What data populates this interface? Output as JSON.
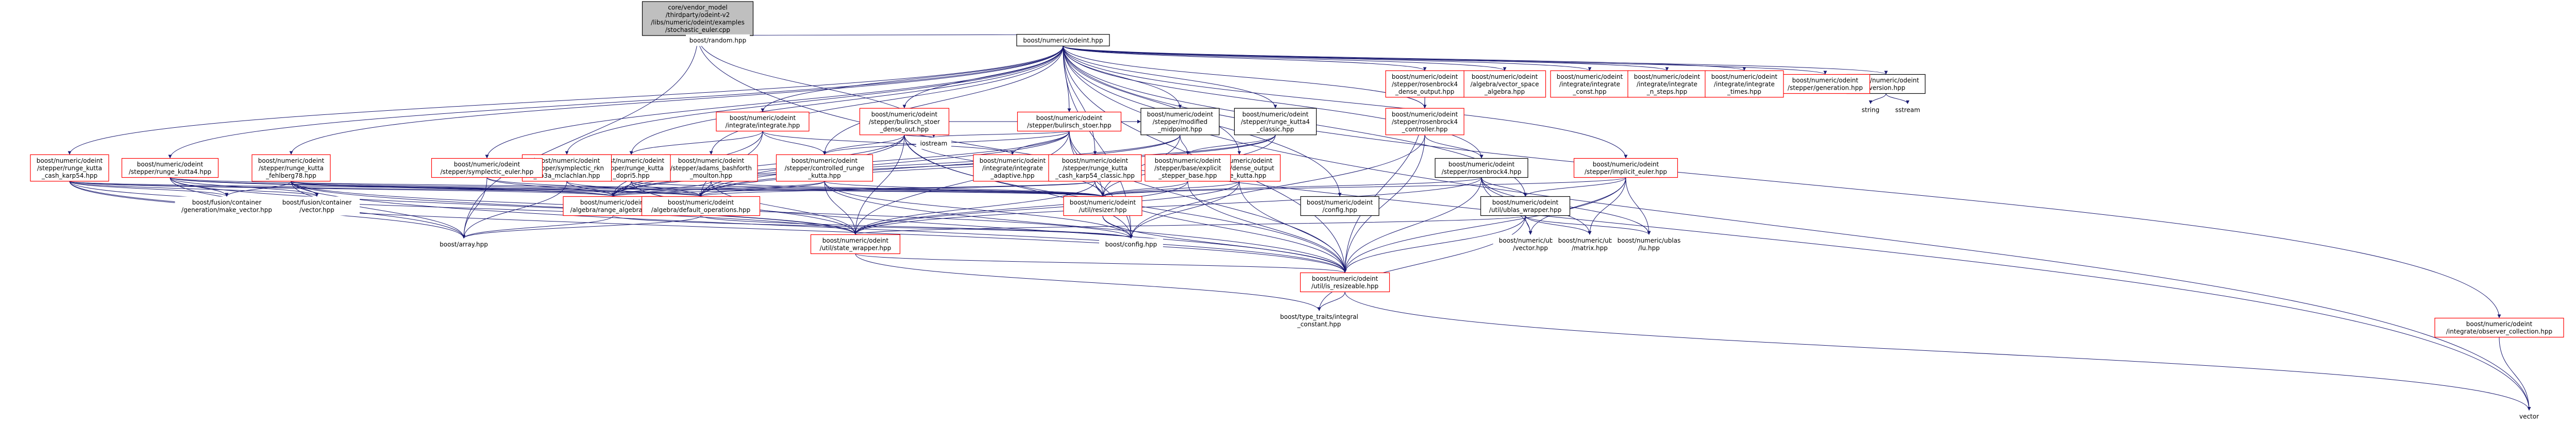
{
  "colors": {
    "edge": "#191970",
    "root_fill": "#bfbfbf",
    "node_fill": "#ffffff",
    "black_border": "#000000",
    "red_border": "#ff0000"
  },
  "nodes": {
    "root": {
      "lines": [
        "core/vendor_model",
        "/thirdparty/odeint-v2",
        "/libs/numeric/odeint/examples",
        "/stochastic_euler.cpp"
      ],
      "border": "black",
      "fill": "gray"
    },
    "odeint": {
      "lines": [
        "boost/numeric/odeint.hpp"
      ],
      "border": "black"
    },
    "random": {
      "lines": [
        "boost/random.hpp"
      ],
      "border": "none"
    },
    "iostream": {
      "lines": [
        "iostream"
      ],
      "border": "none"
    },
    "vector": {
      "lines": [
        "vector"
      ],
      "border": "none"
    },
    "string": {
      "lines": [
        "string"
      ],
      "border": "none"
    },
    "sstream": {
      "lines": [
        "sstream"
      ],
      "border": "none"
    },
    "version": {
      "lines": [
        "boost/numeric/odeint",
        "/version.hpp"
      ],
      "border": "black"
    },
    "generation": {
      "lines": [
        "boost/numeric/odeint",
        "/stepper/generation.hpp"
      ],
      "border": "red"
    },
    "int_const": {
      "lines": [
        "boost/numeric/odeint",
        "/integrate/integrate",
        "_const.hpp"
      ],
      "border": "red"
    },
    "int_nsteps": {
      "lines": [
        "boost/numeric/odeint",
        "/integrate/integrate",
        "_n_steps.hpp"
      ],
      "border": "red"
    },
    "int_times": {
      "lines": [
        "boost/numeric/odeint",
        "/integrate/integrate",
        "_times.hpp"
      ],
      "border": "red"
    },
    "vs_algebra": {
      "lines": [
        "boost/numeric/odeint",
        "/algebra/vector_space",
        "_algebra.hpp"
      ],
      "border": "red"
    },
    "ros4_dense": {
      "lines": [
        "boost/numeric/odeint",
        "/stepper/rosenbrock4",
        "_dense_output.hpp"
      ],
      "border": "red"
    },
    "ros4_ctrl": {
      "lines": [
        "boost/numeric/odeint",
        "/stepper/rosenbrock4",
        "_controller.hpp"
      ],
      "border": "red"
    },
    "ros4": {
      "lines": [
        "boost/numeric/odeint",
        "/stepper/rosenbrock4.hpp"
      ],
      "border": "black"
    },
    "implicit_euler": {
      "lines": [
        "boost/numeric/odeint",
        "/stepper/implicit_euler.hpp"
      ],
      "border": "red"
    },
    "ublas_wrapper": {
      "lines": [
        "boost/numeric/odeint",
        "/util/ublas_wrapper.hpp"
      ],
      "border": "black"
    },
    "ublas_vector": {
      "lines": [
        "boost/numeric/ublas",
        "/vector.hpp"
      ],
      "border": "none"
    },
    "ublas_matrix": {
      "lines": [
        "boost/numeric/ublas",
        "/matrix.hpp"
      ],
      "border": "none"
    },
    "ublas_lu": {
      "lines": [
        "boost/numeric/ublas",
        "/lu.hpp"
      ],
      "border": "none"
    },
    "is_resizeable": {
      "lines": [
        "boost/numeric/odeint",
        "/util/is_resizeable.hpp"
      ],
      "border": "red"
    },
    "type_traits": {
      "lines": [
        "boost/type_traits/integral",
        "_constant.hpp"
      ],
      "border": "none"
    },
    "observer_coll": {
      "lines": [
        "boost/numeric/odeint",
        "/integrate/observer_collection.hpp"
      ],
      "border": "red"
    },
    "bs": {
      "lines": [
        "boost/numeric/odeint",
        "/stepper/bulirsch_stoer.hpp"
      ],
      "border": "red"
    },
    "bs_dense": {
      "lines": [
        "boost/numeric/odeint",
        "/stepper/bulirsch_stoer",
        "_dense_out.hpp"
      ],
      "border": "red"
    },
    "modified_midpoint": {
      "lines": [
        "boost/numeric/odeint",
        "/stepper/modified",
        "_midpoint.hpp"
      ],
      "border": "black"
    },
    "rk4_classic": {
      "lines": [
        "boost/numeric/odeint",
        "/stepper/runge_kutta4",
        "_classic.hpp"
      ],
      "border": "black"
    },
    "dense_rk": {
      "lines": [
        "boost/numeric/odeint",
        "/stepper/dense_output",
        "_runge_kutta.hpp"
      ],
      "border": "red"
    },
    "explicit_base": {
      "lines": [
        "boost/numeric/odeint",
        "/stepper/base/explicit",
        "_stepper_base.hpp"
      ],
      "border": "red"
    },
    "config": {
      "lines": [
        "boost/numeric/odeint",
        "/config.hpp"
      ],
      "border": "black"
    },
    "integrate": {
      "lines": [
        "boost/numeric/odeint",
        "/integrate/integrate.hpp"
      ],
      "border": "red"
    },
    "int_adaptive": {
      "lines": [
        "boost/numeric/odeint",
        "/integrate/integrate",
        "_adaptive.hpp"
      ],
      "border": "red"
    },
    "controlled_rk": {
      "lines": [
        "boost/numeric/odeint",
        "/stepper/controlled_runge",
        "_kutta.hpp"
      ],
      "border": "red"
    },
    "rk_cash_karp54_classic": {
      "lines": [
        "boost/numeric/odeint",
        "/stepper/runge_kutta",
        "_cash_karp54_classic.hpp"
      ],
      "border": "red"
    },
    "adams_bashforth": {
      "lines": [
        "boost/numeric/odeint",
        "/stepper/adams_bashforth",
        "_moulton.hpp"
      ],
      "border": "red"
    },
    "rk_dopri5": {
      "lines": [
        "boost/numeric/odeint",
        "/stepper/runge_kutta",
        "_dopri5.hpp"
      ],
      "border": "red"
    },
    "symplectic_rkn": {
      "lines": [
        "boost/numeric/odeint",
        "/stepper/symplectic_rkn",
        "_sb3a_mclachlan.hpp"
      ],
      "border": "red"
    },
    "symplectic_euler": {
      "lines": [
        "boost/numeric/odeint",
        "/stepper/symplectic_euler.hpp"
      ],
      "border": "red"
    },
    "rk_fehlberg78": {
      "lines": [
        "boost/numeric/odeint",
        "/stepper/runge_kutta",
        "_fehlberg78.hpp"
      ],
      "border": "red"
    },
    "rk4": {
      "lines": [
        "boost/numeric/odeint",
        "/stepper/runge_kutta4.hpp"
      ],
      "border": "red"
    },
    "rk_cash_karp54": {
      "lines": [
        "boost/numeric/odeint",
        "/stepper/runge_kutta",
        "_cash_karp54.hpp"
      ],
      "border": "red"
    },
    "fusion_make_vector": {
      "lines": [
        "boost/fusion/container",
        "/generation/make_vector.hpp"
      ],
      "border": "none"
    },
    "fusion_vector": {
      "lines": [
        "boost/fusion/container",
        "/vector.hpp"
      ],
      "border": "none"
    },
    "range_algebra": {
      "lines": [
        "boost/numeric/odeint",
        "/algebra/range_algebra.hpp"
      ],
      "border": "red"
    },
    "default_ops": {
      "lines": [
        "boost/numeric/odeint",
        "/algebra/default_operations.hpp"
      ],
      "border": "red"
    },
    "resizer": {
      "lines": [
        "boost/numeric/odeint",
        "/util/resizer.hpp"
      ],
      "border": "red"
    },
    "state_wrapper": {
      "lines": [
        "boost/numeric/odeint",
        "/util/state_wrapper.hpp"
      ],
      "border": "red"
    },
    "array": {
      "lines": [
        "boost/array.hpp"
      ],
      "border": "none"
    },
    "boost_config": {
      "lines": [
        "boost/config.hpp"
      ],
      "border": "none"
    }
  },
  "edges": [
    [
      "root",
      "odeint"
    ],
    [
      "root",
      "random"
    ],
    [
      "root",
      "iostream"
    ],
    [
      "root",
      "array"
    ],
    [
      "root",
      "vector"
    ],
    [
      "odeint",
      "version"
    ],
    [
      "version",
      "string"
    ],
    [
      "version",
      "sstream"
    ],
    [
      "odeint",
      "generation"
    ],
    [
      "odeint",
      "int_const"
    ],
    [
      "odeint",
      "int_nsteps"
    ],
    [
      "odeint",
      "int_times"
    ],
    [
      "odeint",
      "vs_algebra"
    ],
    [
      "odeint",
      "ros4_dense"
    ],
    [
      "odeint",
      "ros4_ctrl"
    ],
    [
      "odeint",
      "ros4"
    ],
    [
      "odeint",
      "implicit_euler"
    ],
    [
      "odeint",
      "observer_coll"
    ],
    [
      "odeint",
      "bs"
    ],
    [
      "odeint",
      "bs_dense"
    ],
    [
      "odeint",
      "modified_midpoint"
    ],
    [
      "odeint",
      "rk4_classic"
    ],
    [
      "odeint",
      "dense_rk"
    ],
    [
      "odeint",
      "config"
    ],
    [
      "odeint",
      "integrate"
    ],
    [
      "odeint",
      "controlled_rk"
    ],
    [
      "odeint",
      "rk_cash_karp54_classic"
    ],
    [
      "odeint",
      "adams_bashforth"
    ],
    [
      "odeint",
      "rk_dopri5"
    ],
    [
      "odeint",
      "symplectic_rkn"
    ],
    [
      "odeint",
      "symplectic_euler"
    ],
    [
      "odeint",
      "rk_fehlberg78"
    ],
    [
      "odeint",
      "rk4"
    ],
    [
      "odeint",
      "rk_cash_karp54"
    ],
    [
      "odeint",
      "ublas_wrapper"
    ],
    [
      "odeint",
      "is_resizeable"
    ],
    [
      "odeint",
      "boost_config"
    ],
    [
      "odeint",
      "vector"
    ],
    [
      "ros4_dense",
      "ros4_ctrl"
    ],
    [
      "ros4_dense",
      "is_resizeable"
    ],
    [
      "ros4_ctrl",
      "ros4"
    ],
    [
      "ros4_ctrl",
      "is_resizeable"
    ],
    [
      "ros4_ctrl",
      "boost_config"
    ],
    [
      "ros4",
      "ublas_wrapper"
    ],
    [
      "ros4",
      "ublas_vector"
    ],
    [
      "ros4",
      "ublas_matrix"
    ],
    [
      "ros4",
      "ublas_lu"
    ],
    [
      "ros4",
      "is_resizeable"
    ],
    [
      "ros4",
      "resizer"
    ],
    [
      "ros4",
      "state_wrapper"
    ],
    [
      "implicit_euler",
      "ublas_wrapper"
    ],
    [
      "implicit_euler",
      "ublas_vector"
    ],
    [
      "implicit_euler",
      "ublas_matrix"
    ],
    [
      "implicit_euler",
      "ublas_lu"
    ],
    [
      "implicit_euler",
      "resizer"
    ],
    [
      "implicit_euler",
      "is_resizeable"
    ],
    [
      "ublas_wrapper",
      "ublas_vector"
    ],
    [
      "ublas_wrapper",
      "ublas_matrix"
    ],
    [
      "ublas_wrapper",
      "ublas_lu"
    ],
    [
      "ublas_wrapper",
      "is_resizeable"
    ],
    [
      "ublas_wrapper",
      "state_wrapper"
    ],
    [
      "ublas_wrapper",
      "type_traits"
    ],
    [
      "observer_coll",
      "vector"
    ],
    [
      "is_resizeable",
      "vector"
    ],
    [
      "is_resizeable",
      "type_traits"
    ],
    [
      "bs",
      "iostream"
    ],
    [
      "bs",
      "int_adaptive"
    ],
    [
      "bs",
      "modified_midpoint"
    ],
    [
      "bs",
      "controlled_rk"
    ],
    [
      "bs",
      "range_algebra"
    ],
    [
      "bs",
      "default_ops"
    ],
    [
      "bs",
      "resizer"
    ],
    [
      "bs",
      "state_wrapper"
    ],
    [
      "bs",
      "is_resizeable"
    ],
    [
      "bs",
      "boost_config"
    ],
    [
      "bs_dense",
      "iostream"
    ],
    [
      "bs_dense",
      "modified_midpoint"
    ],
    [
      "bs_dense",
      "controlled_rk"
    ],
    [
      "bs_dense",
      "range_algebra"
    ],
    [
      "bs_dense",
      "default_ops"
    ],
    [
      "bs_dense",
      "resizer"
    ],
    [
      "bs_dense",
      "state_wrapper"
    ],
    [
      "bs_dense",
      "is_resizeable"
    ],
    [
      "bs_dense",
      "boost_config"
    ],
    [
      "modified_midpoint",
      "explicit_base"
    ],
    [
      "modified_midpoint",
      "range_algebra"
    ],
    [
      "modified_midpoint",
      "default_ops"
    ],
    [
      "modified_midpoint",
      "resizer"
    ],
    [
      "rk4_classic",
      "explicit_base"
    ],
    [
      "rk4_classic",
      "range_algebra"
    ],
    [
      "rk4_classic",
      "default_ops"
    ],
    [
      "rk4_classic",
      "resizer"
    ],
    [
      "dense_rk",
      "resizer"
    ],
    [
      "dense_rk",
      "is_resizeable"
    ],
    [
      "dense_rk",
      "state_wrapper"
    ],
    [
      "dense_rk",
      "boost_config"
    ],
    [
      "explicit_base",
      "resizer"
    ],
    [
      "explicit_base",
      "is_resizeable"
    ],
    [
      "explicit_base",
      "state_wrapper"
    ],
    [
      "integrate",
      "int_adaptive"
    ],
    [
      "integrate",
      "controlled_rk"
    ],
    [
      "integrate",
      "rk_dopri5"
    ],
    [
      "integrate",
      "range_algebra"
    ],
    [
      "integrate",
      "default_ops"
    ],
    [
      "controlled_rk",
      "range_algebra"
    ],
    [
      "controlled_rk",
      "default_ops"
    ],
    [
      "controlled_rk",
      "resizer"
    ],
    [
      "controlled_rk",
      "state_wrapper"
    ],
    [
      "controlled_rk",
      "is_resizeable"
    ],
    [
      "controlled_rk",
      "boost_config"
    ],
    [
      "rk_cash_karp54_classic",
      "range_algebra"
    ],
    [
      "rk_cash_karp54_classic",
      "default_ops"
    ],
    [
      "rk_cash_karp54_classic",
      "resizer"
    ],
    [
      "rk_cash_karp54_classic",
      "state_wrapper"
    ],
    [
      "rk_cash_karp54_classic",
      "is_resizeable"
    ],
    [
      "adams_bashforth",
      "range_algebra"
    ],
    [
      "adams_bashforth",
      "default_ops"
    ],
    [
      "adams_bashforth",
      "resizer"
    ],
    [
      "adams_bashforth",
      "state_wrapper"
    ],
    [
      "rk_dopri5",
      "range_algebra"
    ],
    [
      "rk_dopri5",
      "default_ops"
    ],
    [
      "rk_dopri5",
      "resizer"
    ],
    [
      "rk_dopri5",
      "state_wrapper"
    ],
    [
      "rk_dopri5",
      "is_resizeable"
    ],
    [
      "symplectic_rkn",
      "array"
    ],
    [
      "symplectic_rkn",
      "range_algebra"
    ],
    [
      "symplectic_rkn",
      "default_ops"
    ],
    [
      "symplectic_euler",
      "array"
    ],
    [
      "symplectic_euler",
      "range_algebra"
    ],
    [
      "symplectic_euler",
      "default_ops"
    ],
    [
      "rk_fehlberg78",
      "array"
    ],
    [
      "rk_fehlberg78",
      "fusion_make_vector"
    ],
    [
      "rk_fehlberg78",
      "fusion_vector"
    ],
    [
      "rk_fehlberg78",
      "range_algebra"
    ],
    [
      "rk_fehlberg78",
      "default_ops"
    ],
    [
      "rk_fehlberg78",
      "resizer"
    ],
    [
      "rk_fehlberg78",
      "state_wrapper"
    ],
    [
      "rk_fehlberg78",
      "is_resizeable"
    ],
    [
      "rk_fehlberg78",
      "boost_config"
    ],
    [
      "rk4",
      "fusion_make_vector"
    ],
    [
      "rk4",
      "fusion_vector"
    ],
    [
      "rk4",
      "array"
    ],
    [
      "rk4",
      "range_algebra"
    ],
    [
      "rk4",
      "default_ops"
    ],
    [
      "rk4",
      "resizer"
    ],
    [
      "rk4",
      "state_wrapper"
    ],
    [
      "rk_cash_karp54",
      "fusion_make_vector"
    ],
    [
      "rk_cash_karp54",
      "fusion_vector"
    ],
    [
      "rk_cash_karp54",
      "array"
    ],
    [
      "rk_cash_karp54",
      "range_algebra"
    ],
    [
      "rk_cash_karp54",
      "default_ops"
    ],
    [
      "rk_cash_karp54",
      "resizer"
    ],
    [
      "rk_cash_karp54",
      "state_wrapper"
    ],
    [
      "rk_cash_karp54",
      "is_resizeable"
    ],
    [
      "range_algebra",
      "boost_config"
    ],
    [
      "range_algebra",
      "array"
    ],
    [
      "default_ops",
      "array"
    ],
    [
      "default_ops",
      "boost_config"
    ],
    [
      "resizer",
      "is_resizeable"
    ],
    [
      "resizer",
      "boost_config"
    ],
    [
      "state_wrapper",
      "is_resizeable"
    ],
    [
      "state_wrapper",
      "type_traits"
    ]
  ]
}
